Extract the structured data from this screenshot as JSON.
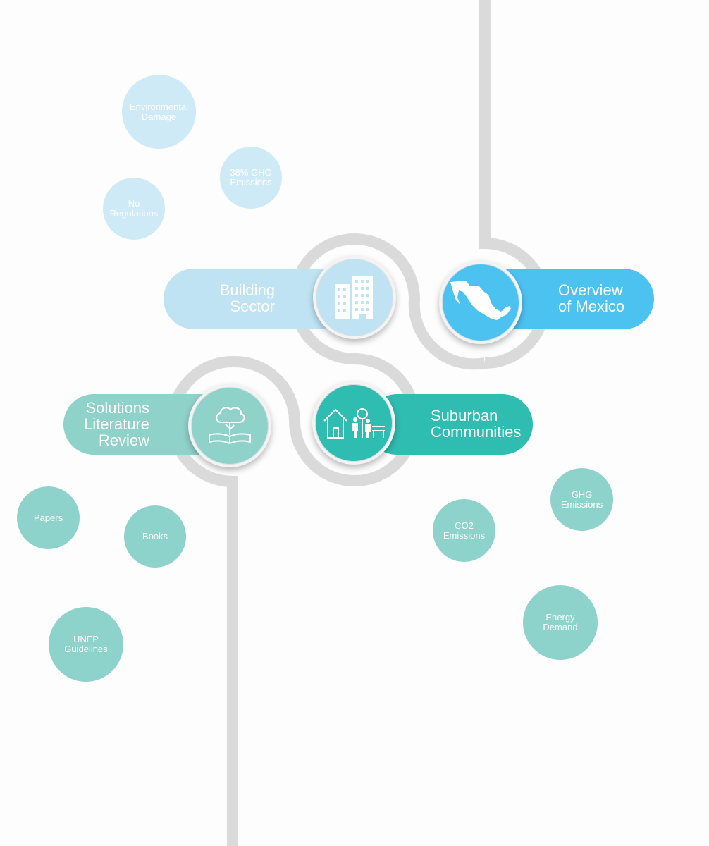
{
  "nodes": {
    "building_sector": {
      "label": "Building\nSector",
      "icon": "office-building-icon",
      "color": "#bfe3f2"
    },
    "overview_mexico": {
      "label": "Overview\nof Mexico",
      "icon": "mexico-map-icon",
      "color": "#4cc2f1"
    },
    "solutions_review": {
      "label": "Solutions\nLiterature\nReview",
      "icon": "open-book-tree-icon",
      "color": "#8fd2c9"
    },
    "suburban_communities": {
      "label": "Suburban\nCommunities",
      "icon": "house-family-icon",
      "color": "#2fbcb1"
    }
  },
  "bubbles": {
    "environmental_damage": "Environmental\nDamage",
    "ghg_38": "38% GHG\nEmissions",
    "no_regulations": "No\nRegulations",
    "papers": "Papers",
    "books": "Books",
    "unep_guidelines": "UNEP\nGuidelines",
    "co2_emissions": "CO2\nEmissions",
    "ghg_emissions": "GHG\nEmissions",
    "energy_demand": "Energy\nDemand"
  },
  "colors": {
    "path": "#dadada",
    "bubble_light": "#cfeaf7",
    "bubble_teal": "#8ed3cb",
    "text": "#ffffff"
  }
}
